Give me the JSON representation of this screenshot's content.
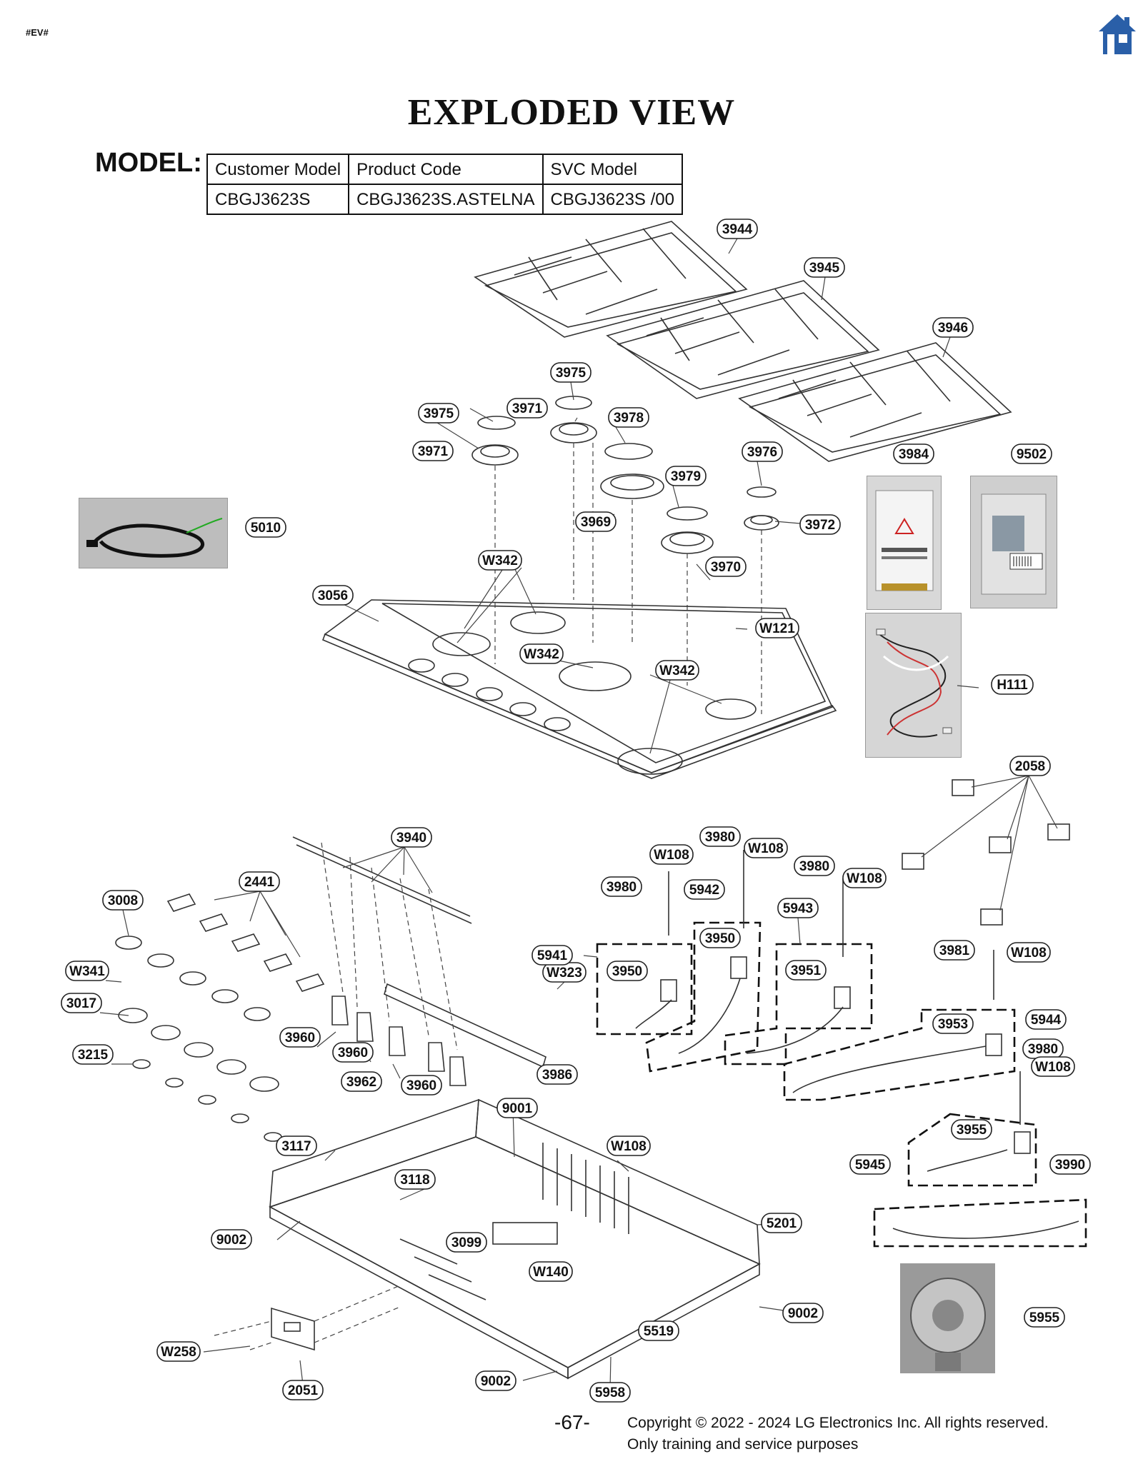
{
  "header": {
    "tag": "#EV#",
    "home_icon": "home-icon",
    "accent": "#2a5fa8"
  },
  "title": "EXPLODED VIEW",
  "model": {
    "label": "MODEL:",
    "headers": [
      "Customer Model",
      "Product Code",
      "SVC Model"
    ],
    "values": [
      "CBGJ3623S",
      "CBGJ3623S.ASTELNA",
      "CBGJ3623S  /00"
    ]
  },
  "callouts": {
    "c3944": "3944",
    "c3945": "3945",
    "c3946": "3946",
    "c3975a": "3975",
    "c3975b": "3975",
    "c3971a": "3971",
    "c3971b": "3971",
    "c3978": "3978",
    "c3979": "3979",
    "c3976": "3976",
    "c3969": "3969",
    "c3972": "3972",
    "c3970": "3970",
    "c3984": "3984",
    "c9502": "9502",
    "c5010": "5010",
    "cW342a": "W342",
    "cW342b": "W342",
    "cW342c": "W342",
    "c3056": "3056",
    "cW121": "W121",
    "cH111": "H111",
    "c2058": "2058",
    "c3940": "3940",
    "c2441": "2441",
    "c3008": "3008",
    "cW341": "W341",
    "c3017": "3017",
    "c3215": "3215",
    "c3960a": "3960",
    "c3960b": "3960",
    "c3960c": "3960",
    "c3962": "3962",
    "c3986": "3986",
    "cW323": "W323",
    "c3980a": "3980",
    "c3980b": "3980",
    "c3980c": "3980",
    "c3980d": "3980",
    "cW108a": "W108",
    "cW108b": "W108",
    "cW108c": "W108",
    "cW108d": "W108",
    "cW108e": "W108",
    "cW108f": "W108",
    "c5942": "5942",
    "c5943": "5943",
    "c5941": "5941",
    "c3950a": "3950",
    "c3950b": "3950",
    "c3951": "3951",
    "c3981": "3981",
    "c3953": "3953",
    "c5944": "5944",
    "c3955": "3955",
    "c5945": "5945",
    "c3990": "3990",
    "c9001": "9001",
    "c3117": "3117",
    "c3118": "3118",
    "c9002a": "9002",
    "c9002b": "9002",
    "c9002c": "9002",
    "c3099": "3099",
    "cW140": "W140",
    "c5201": "5201",
    "c5519": "5519",
    "cW258": "W258",
    "c2051": "2051",
    "c5958": "5958",
    "c5955": "5955"
  },
  "footer": {
    "page": "-67-",
    "copyright_line1": "Copyright © 2022 - 2024 LG Electronics Inc. All rights reserved.",
    "copyright_line2": "Only training and service purposes"
  }
}
